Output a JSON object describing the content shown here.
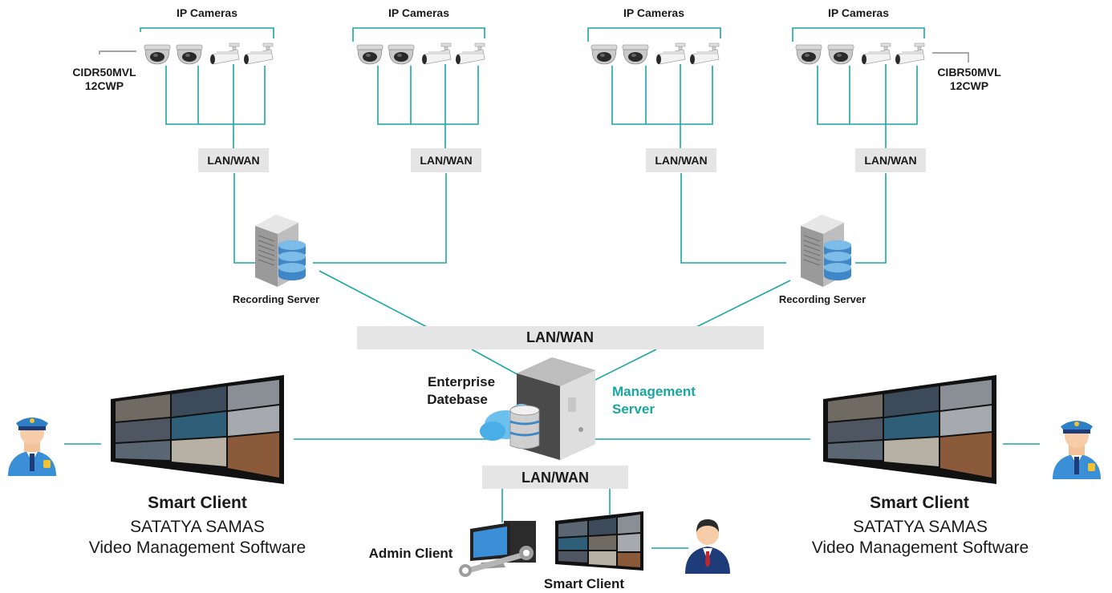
{
  "camera_groups": [
    {
      "title": "IP Cameras",
      "network": "LAN/WAN"
    },
    {
      "title": "IP Cameras",
      "network": "LAN/WAN"
    },
    {
      "title": "IP Cameras",
      "network": "LAN/WAN"
    },
    {
      "title": "IP Cameras",
      "network": "LAN/WAN"
    }
  ],
  "camera_models": {
    "left": {
      "line1": "CIDR50MVL",
      "line2": "12CWP"
    },
    "right": {
      "line1": "CIBR50MVL",
      "line2": "12CWP"
    }
  },
  "recording_servers": [
    {
      "label": "Recording Server"
    },
    {
      "label": "Recording Server"
    }
  ],
  "core": {
    "network_main": "LAN/WAN",
    "database_line1": "Enterprise",
    "database_line2": "Datebase",
    "mgmt_line1": "Management",
    "mgmt_line2": "Server",
    "network_bottom": "LAN/WAN"
  },
  "clients": {
    "left": {
      "title": "Smart Client",
      "line1": "SATATYA SAMAS",
      "line2": "Video Management Software"
    },
    "right": {
      "title": "Smart Client",
      "line1": "SATATYA SAMAS",
      "line2": "Video Management Software"
    },
    "admin": {
      "label": "Admin Client"
    },
    "smart_bottom": {
      "label": "Smart Client"
    }
  },
  "colors": {
    "connector": "#1aa6a0",
    "management_text": "#1aa6a0",
    "network_box": "#e5e5e5",
    "guard_uniform": "#3a8fd6",
    "person_suit": "#1f3c7a"
  }
}
